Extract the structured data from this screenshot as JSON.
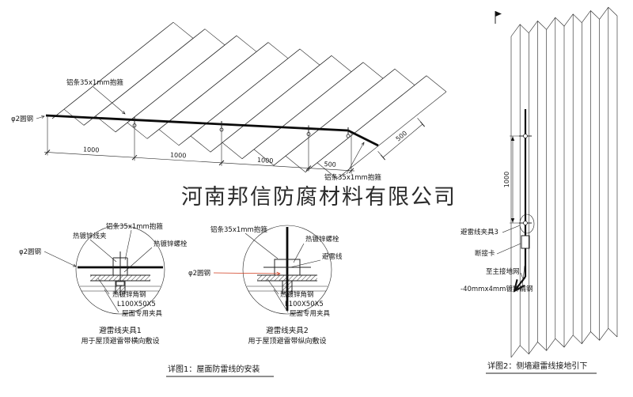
{
  "watermark": "河南邦信防腐材料有限公司",
  "roof_view": {
    "strip_label_top": "铝条35x1mm抱箍",
    "strip_label_right": "铝条35x1mm抱箍",
    "round_steel_label": "φ2圆钢",
    "dims": {
      "d1": "1000",
      "d2": "1000",
      "d3": "1000",
      "d4": "500",
      "d5": "500"
    }
  },
  "detail1": {
    "title": "避雷线夹具1",
    "subtitle": "用于屋顶避雷带横向敷设",
    "labels": {
      "wire_clamp": "热镀锌线夹",
      "strip": "铝条35x1mm抱箍",
      "bolt": "热镀锌螺栓",
      "round_steel": "φ2圆钢",
      "angle_steel": "热镀锌角钢",
      "angle_size": "L100X50X5",
      "fixture": "屋面专用夹具"
    }
  },
  "detail2": {
    "title": "避雷线夹具2",
    "subtitle": "用于屋顶避雷带纵向敷设",
    "labels": {
      "strip": "铝条35x1mm抱箍",
      "bolt": "热镀锌螺栓",
      "wire": "避雷线",
      "round_steel": "φ2圆钢",
      "angle_steel": "热镀锌角钢",
      "angle_size": "L100X50X5",
      "fixture": "屋面专用夹具"
    }
  },
  "wall_view": {
    "dim": "1000",
    "labels": {
      "clamp3": "避雷线夹具3",
      "disconnect": "断接卡",
      "to_ground": "至主接地网",
      "flat_steel": "-40mmx4mm镀锌扁钢"
    }
  },
  "captions": {
    "detail1": "详图1：屋面防雷线的安装",
    "detail2": "详图2：侧墙避雷线接地引下"
  },
  "colors": {
    "ink": "#1a1a1a",
    "red": "#d03a1c",
    "watermark": "#8f8f8f"
  }
}
